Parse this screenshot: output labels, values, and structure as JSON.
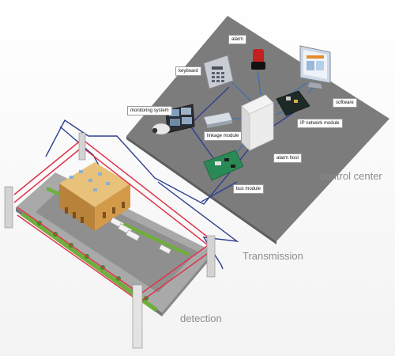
{
  "labels": {
    "alarm": "alarm",
    "keyboard": "keyboard",
    "monitoring_system": "monitoring system",
    "linkage_module": "linkage module",
    "software": "software",
    "ip_network_module": "IP network module",
    "alarm_host": "alarm host",
    "bus_module": "bus module"
  },
  "zones": {
    "control_center": "control center",
    "transmission": "Transmission",
    "detection": "detection"
  },
  "colors": {
    "platform": "#7c7c7c",
    "beam_red": "#e0344a",
    "cable_blue": "#2f3f8f",
    "bus_green": "#2a8a55",
    "label_gray": "#8c8c8c"
  }
}
